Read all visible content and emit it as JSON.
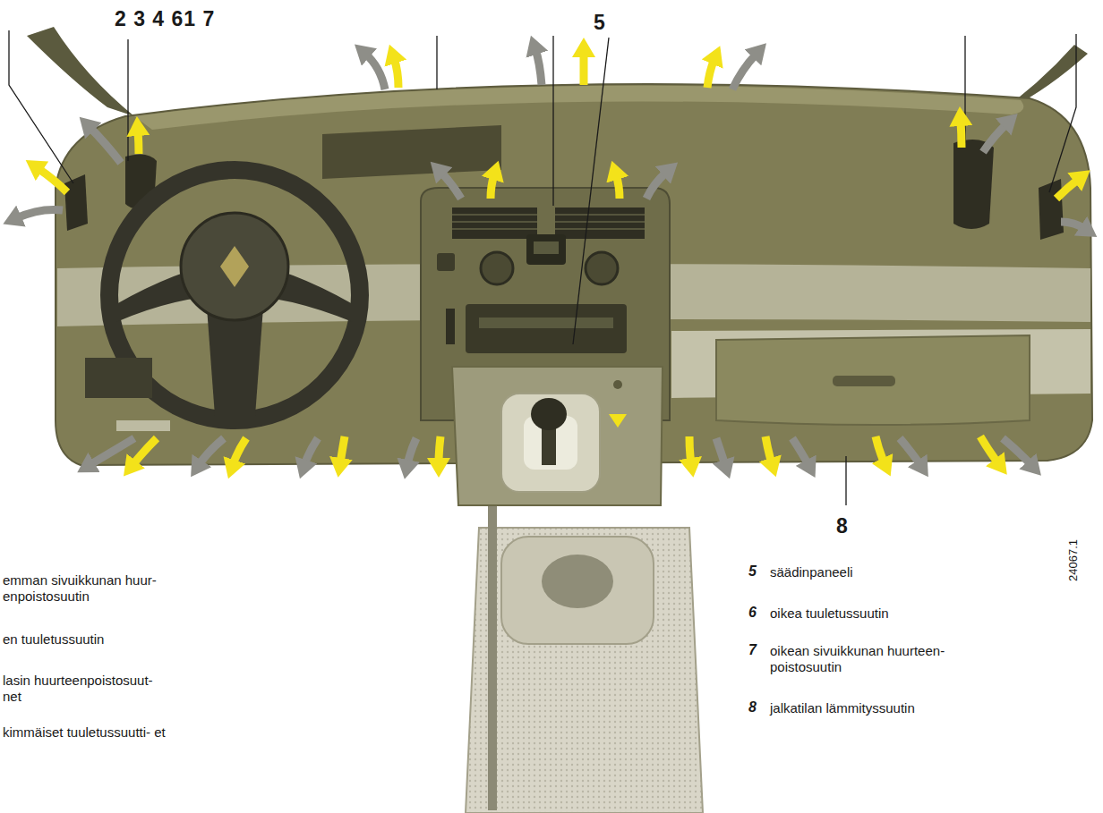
{
  "diagram": {
    "labels": [
      "2 3 4 61 7",
      "5",
      "8",
      "24067.1",
      "emman sivuikkunan huur- enpoistosuutin",
      "en tuuletussuutin",
      "lasin huurteenpoistosuut- net",
      "kimmäiset tuuletussuutti- et",
      "5",
      "säädinpaneeli",
      "6",
      "oikea tuuletussuutin",
      "7",
      "oikean sivuikkunan huurteen- poistosuutin",
      "8",
      "jalkatilan lämmityssuutin"
    ]
  }
}
